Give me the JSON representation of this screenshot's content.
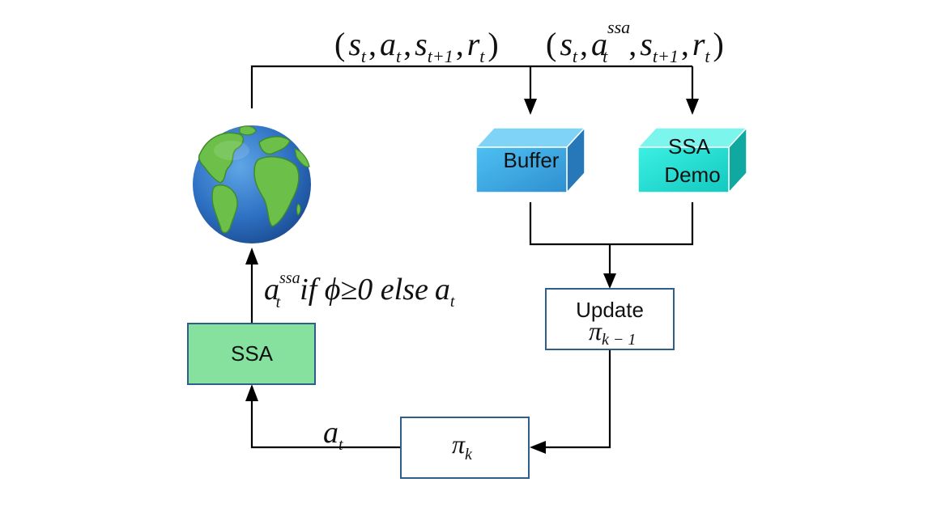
{
  "nodes": {
    "world": {
      "icon": "globe-icon"
    },
    "buffer": {
      "label": "Buffer",
      "color": "#3fb0ea"
    },
    "ssa_demo": {
      "line1": "SSA",
      "line2": "Demo",
      "color": "#22e2d6"
    },
    "update": {
      "label": "Update",
      "policy": "π",
      "policy_sub": "k − 1",
      "border": "#2f5d8c"
    },
    "ssa": {
      "label": "SSA",
      "fill": "#86e09e",
      "border": "#2f5d8c"
    },
    "policy": {
      "symbol": "π",
      "sub": "k",
      "border": "#2f5d8c"
    }
  },
  "edges": {
    "tuple_buffer": {
      "s": "s",
      "s_sub": "t",
      "a": "a",
      "a_sub": "t",
      "s2": "s",
      "s2_sub": "t+1",
      "r": "r",
      "r_sub": "t"
    },
    "tuple_demo": {
      "s": "s",
      "s_sub": "t",
      "a": "a",
      "a_sup": "ssa",
      "a_sub": "t",
      "s2": "s",
      "s2_sub": "t+1",
      "r": "r",
      "r_sub": "t"
    },
    "action_rule": {
      "a": "a",
      "a_sup": "ssa",
      "a_sub": "t",
      "cond": "if ϕ≥0 else",
      "a2": "a",
      "a2_sub": "t"
    },
    "action": {
      "a": "a",
      "a_sub": "t"
    }
  }
}
